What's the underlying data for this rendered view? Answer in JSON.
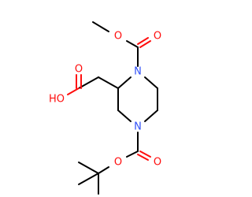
{
  "molecule": {
    "colors": {
      "carbon_bond": "#000000",
      "oxygen": "#ff0d0d",
      "nitrogen": "#3050f8",
      "background": "#ffffff"
    },
    "atoms": {
      "n1": "N",
      "n4": "N",
      "o_carbonyl_top": "O",
      "o_ester_top": "O",
      "o_acid_carbonyl": "O",
      "o_acid_hydroxyl": "HO",
      "o_boc_carbonyl": "O",
      "o_boc_ester": "O"
    }
  }
}
